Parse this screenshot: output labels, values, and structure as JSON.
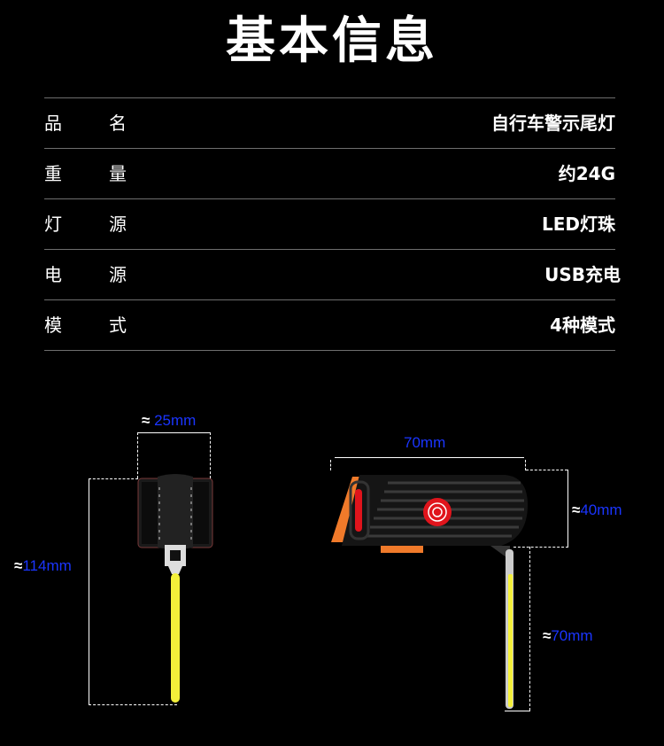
{
  "title": "基本信息",
  "specs": [
    {
      "key_a": "品",
      "key_b": "名",
      "value": "自行车警示尾灯"
    },
    {
      "key_a": "重",
      "key_b": "量",
      "value": "约24G"
    },
    {
      "key_a": "灯",
      "key_b": "源",
      "value": "LED灯珠"
    },
    {
      "key_a": "电",
      "key_b": "源",
      "value": "USB充电"
    },
    {
      "key_a": "模",
      "key_b": "式",
      "value": "4种模式"
    }
  ],
  "dimensions": {
    "front_width": {
      "approx": "≈",
      "value": "25mm"
    },
    "front_height": {
      "approx": "≈",
      "value": "114mm"
    },
    "side_length": {
      "value": "70mm"
    },
    "side_height": {
      "approx": "≈",
      "value": "40mm"
    },
    "strip_length": {
      "approx": "≈",
      "value": "70mm"
    }
  },
  "colors": {
    "background": "#000000",
    "dimension_text": "#1a35ff",
    "led_strip": "#f4f03a",
    "accent_orange": "#f07a2a",
    "button_red": "#e0141c"
  }
}
